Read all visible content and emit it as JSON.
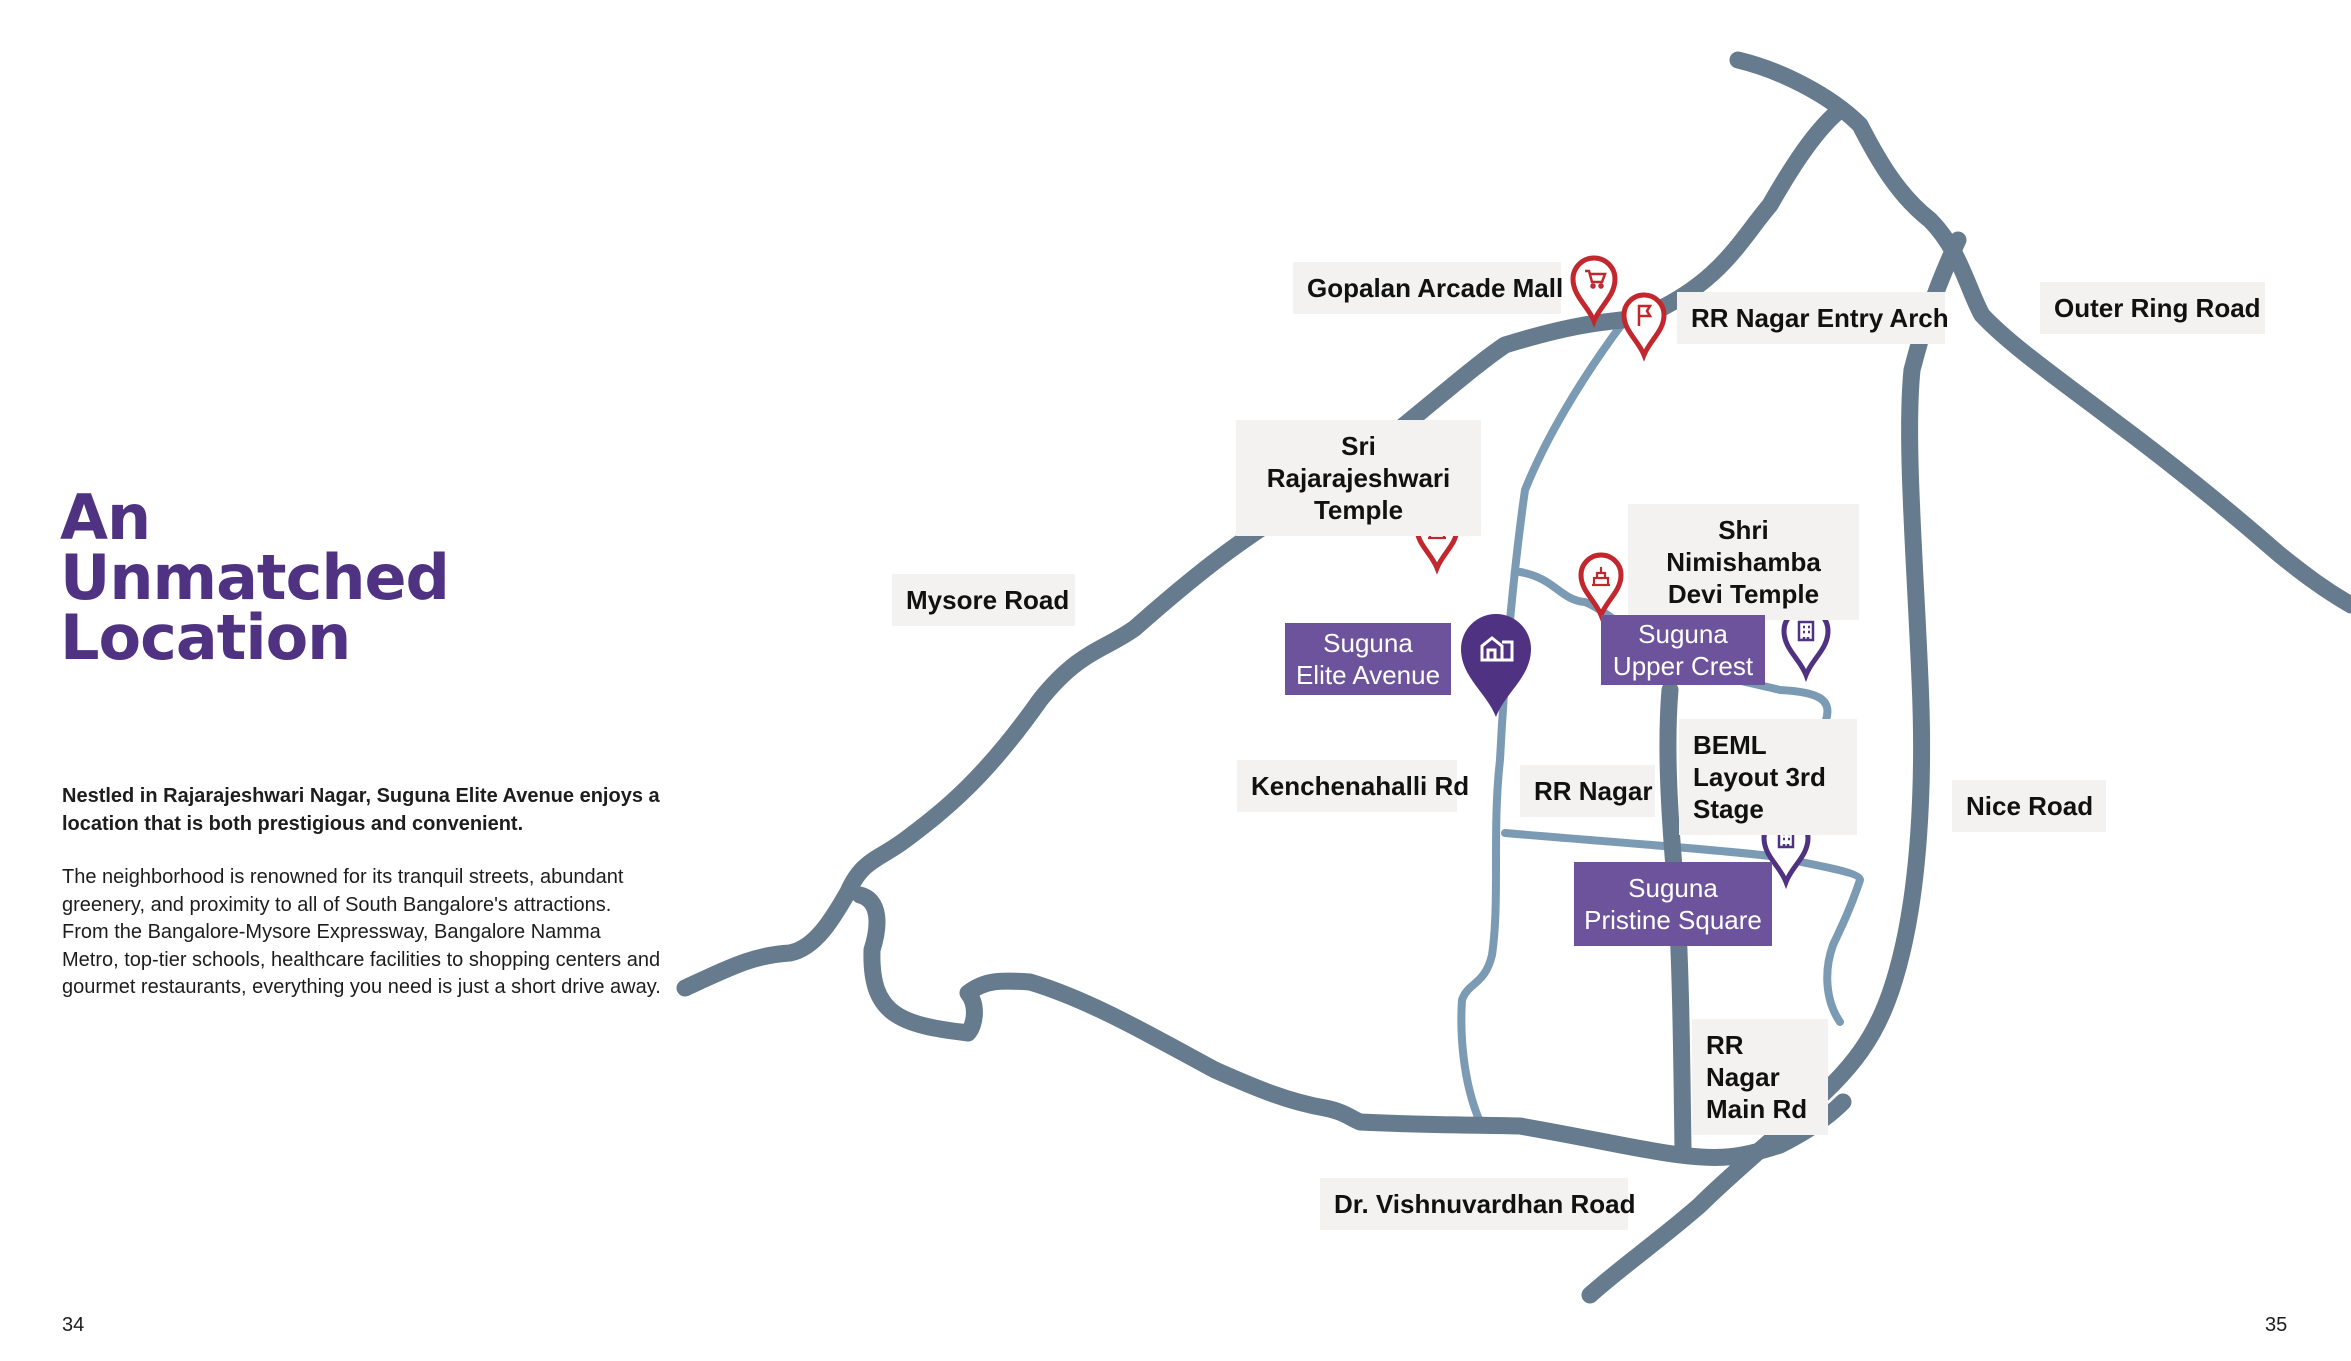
{
  "page": {
    "title_lines": [
      "An",
      "Unmatched",
      "Location"
    ],
    "intro_bold": "Nestled in Rajarajeshwari Nagar, Suguna Elite Avenue enjoys a location that is both prestigious and convenient.",
    "intro_text": "The neighborhood is renowned for its tranquil streets, abundant greenery, and proximity to all of South Bangalore's attractions. From the Bangalore-Mysore Expressway, Bangalore Namma Metro, top-tier schools, healthcare facilities to shopping centers and gourmet restaurants, everything you need is just a short drive away.",
    "page_left": "34",
    "page_right": "35"
  },
  "colors": {
    "brand_purple": "#4f3282",
    "project_label_bg": "#6c539c",
    "major_road": "#667b8e",
    "minor_road": "#7b9ab3",
    "landmark_pin": "#c1272d",
    "label_bg": "#f3f2f1"
  },
  "map": {
    "roads": [
      "Outer Ring Road",
      "Mysore Road",
      "Kenchenahalli Rd",
      "RR Nagar",
      "Nice Road",
      "RR Nagar Main Rd",
      "Dr. Vishnuvardhan Road"
    ],
    "landmarks": [
      {
        "name": "Gopalan Arcade Mall",
        "icon": "shopping-cart-icon"
      },
      {
        "name": "RR Nagar Entry Arch",
        "icon": "flag-icon"
      },
      {
        "name": "Sri Rajarajeshwari Temple",
        "icon": "temple-icon"
      },
      {
        "name": "Shri Nimishamba Devi Temple",
        "icon": "temple-icon"
      },
      {
        "name": "BEML Layout 3rd Stage",
        "icon": ""
      }
    ],
    "projects": [
      {
        "name": "Suguna Elite Avenue",
        "icon": "home-icon",
        "featured": true
      },
      {
        "name": "Suguna Upper Crest",
        "icon": "building-icon"
      },
      {
        "name": "Suguna Pristine Square",
        "icon": "building-icon"
      }
    ]
  }
}
